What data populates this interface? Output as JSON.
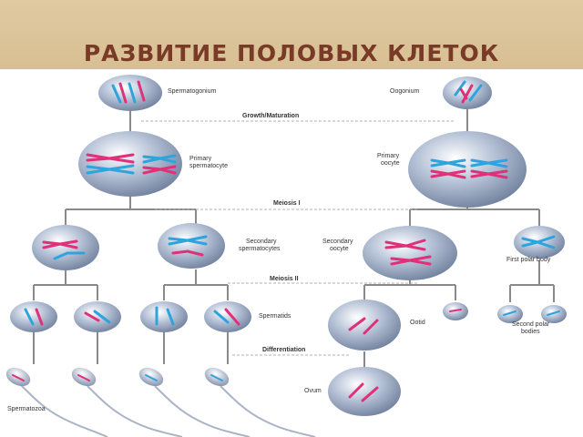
{
  "title": "РАЗВИТИЕ ПОЛОВЫХ КЛЕТОК",
  "stages": {
    "growth": "Growth/Maturation",
    "meiosis1": "Meiosis I",
    "meiosis2": "Meiosis II",
    "differentiation": "Differentiation"
  },
  "labels": {
    "spermatogonium": "Spermatogonium",
    "oogonium": "Oogonium",
    "primary_spermatocyte_1": "Primary",
    "primary_spermatocyte_2": "spermatocyte",
    "primary_oocyte_1": "Primary",
    "primary_oocyte_2": "oocyte",
    "secondary_spermatocytes_1": "Secondary",
    "secondary_spermatocytes_2": "spermatocytes",
    "secondary_oocyte_1": "Secondary",
    "secondary_oocyte_2": "oocyte",
    "first_polar_body": "First polar body",
    "spermatids": "Spermatids",
    "ootid": "Ootid",
    "second_polar_1": "Second polar",
    "second_polar_2": "bodies",
    "ovum": "Ovum",
    "spermatozoa": "Spermatozoa"
  },
  "colors": {
    "header_bg": "#dcc59c",
    "title": "#7a3a28",
    "chromosome_blue": "#2ea4dc",
    "chromosome_pink": "#e0307a",
    "line": "#8a8a8a"
  }
}
